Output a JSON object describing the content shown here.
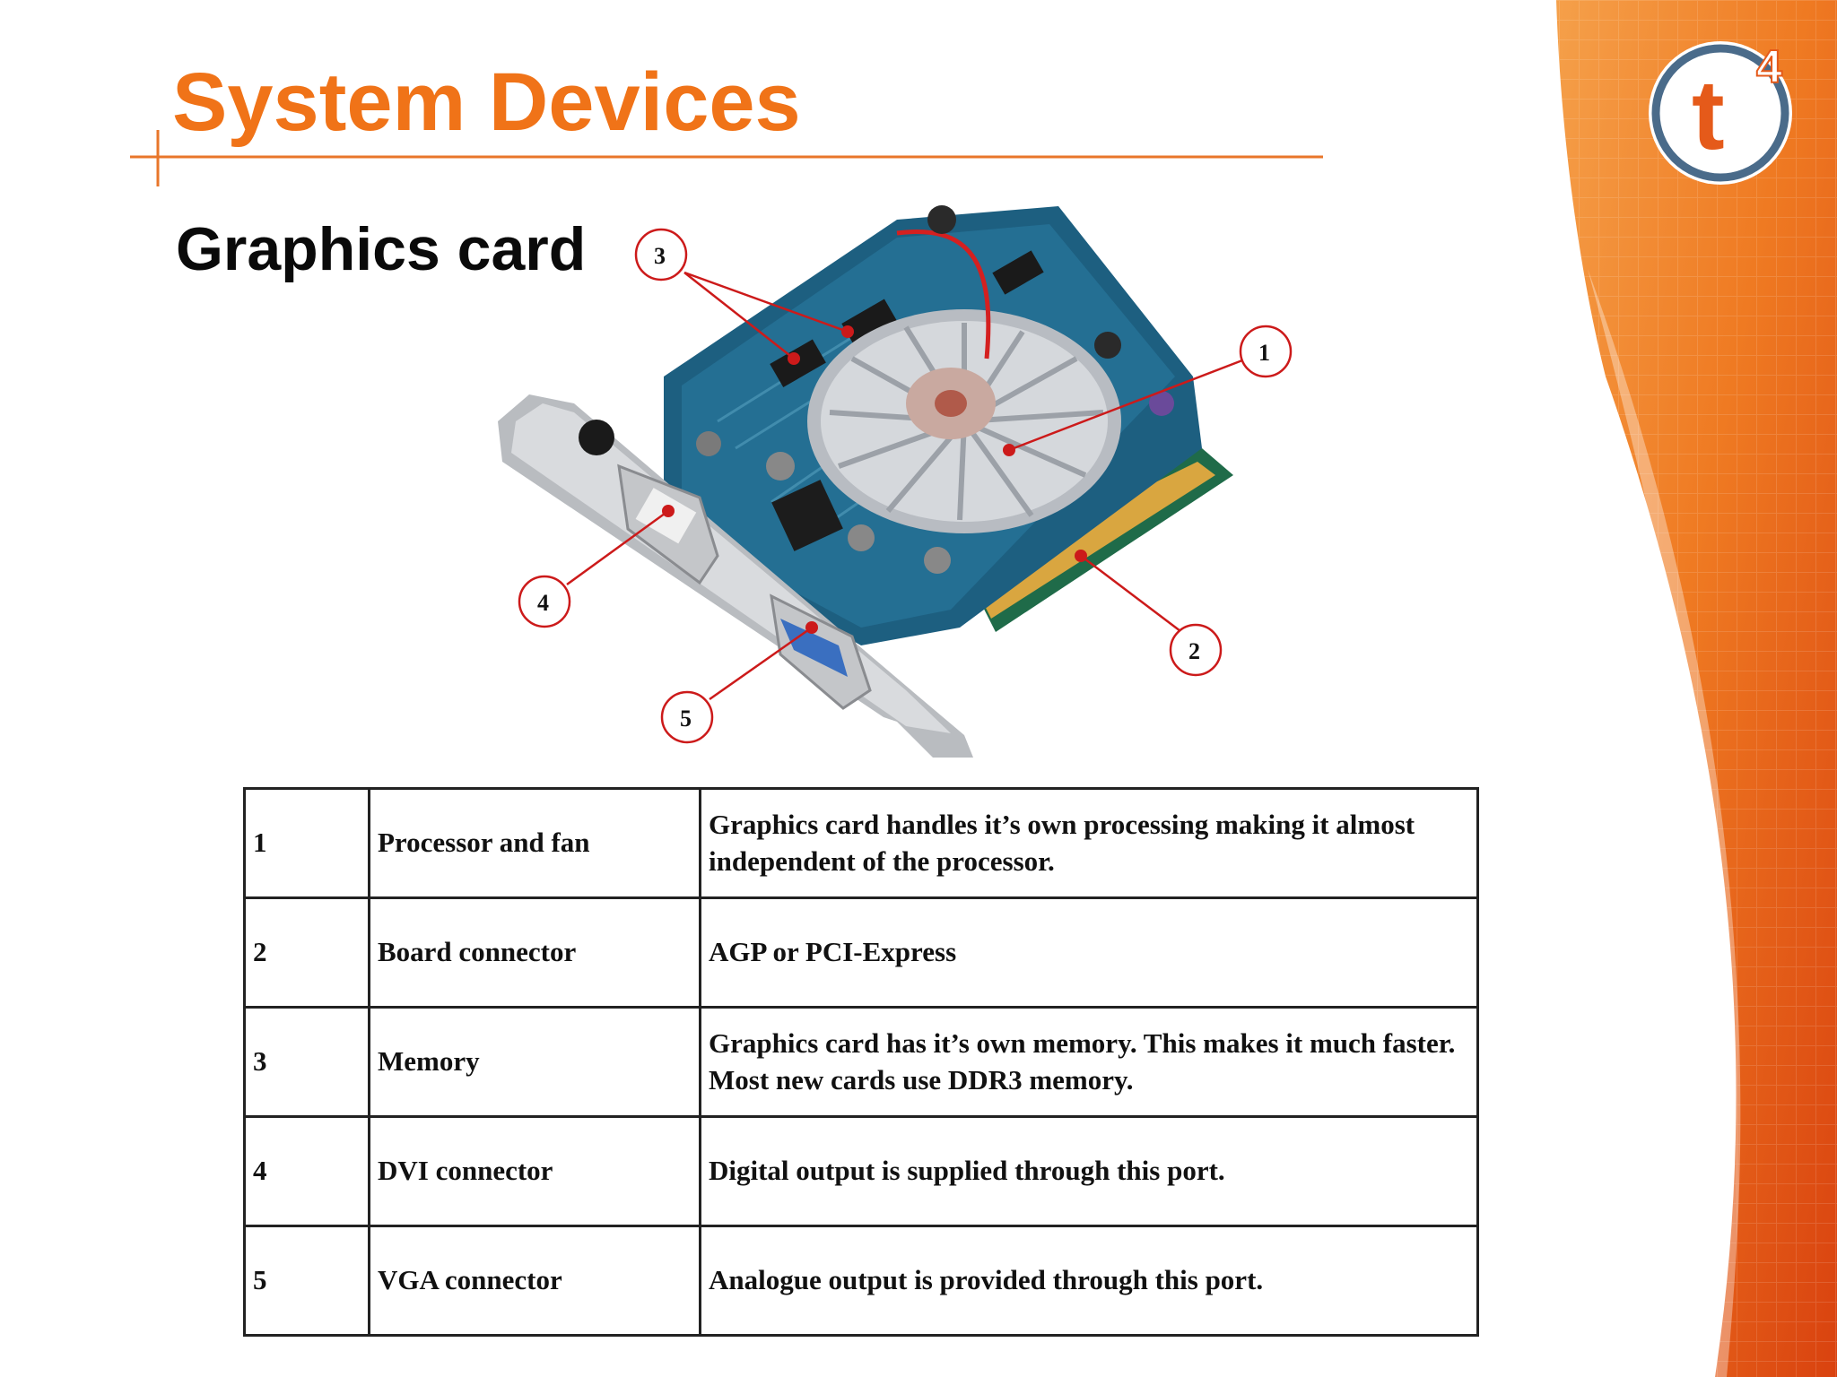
{
  "slide": {
    "title": "System Devices",
    "subtitle": "Graphics card",
    "logo": {
      "text": "t",
      "superscript": "4",
      "icon": "t4-logo"
    }
  },
  "colors": {
    "title": "#f07318",
    "accent_line": "#e8762a",
    "callout": "#cc1a1a",
    "logo_ring": "#4a6b8a",
    "logo_text": "#e55a1a"
  },
  "figure": {
    "image": "graphics-card-photo",
    "callouts": [
      {
        "number": "1",
        "part": "processor-and-fan"
      },
      {
        "number": "2",
        "part": "board-connector"
      },
      {
        "number": "3",
        "part": "memory"
      },
      {
        "number": "4",
        "part": "dvi-connector"
      },
      {
        "number": "5",
        "part": "vga-connector"
      }
    ]
  },
  "table": {
    "rows": [
      {
        "num": "1",
        "component": "Processor and fan",
        "description": "Graphics card handles it’s own processing making it almost independent of the processor."
      },
      {
        "num": "2",
        "component": "Board connector",
        "description": "AGP or PCI-Express"
      },
      {
        "num": "3",
        "component": "Memory",
        "description": "Graphics card has it’s own memory.  This makes it much faster. Most new cards use DDR3 memory."
      },
      {
        "num": "4",
        "component": "DVI connector",
        "description": "Digital output is supplied through this port."
      },
      {
        "num": "5",
        "component": "VGA connector",
        "description": "Analogue output is provided through this port."
      }
    ]
  }
}
